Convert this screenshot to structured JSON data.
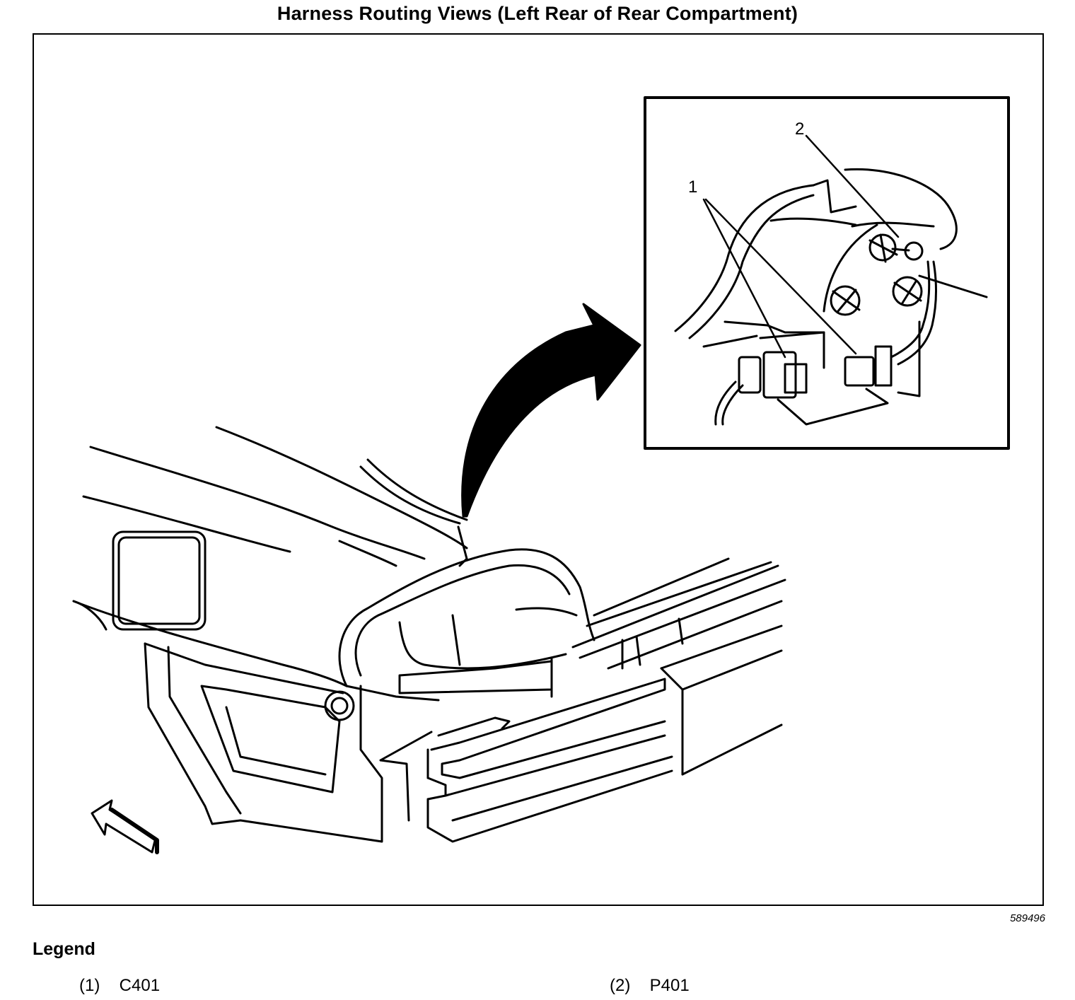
{
  "title": "Harness Routing Views (Left Rear of Rear Compartment)",
  "figure_number": "589496",
  "legend": {
    "heading": "Legend",
    "items": [
      {
        "number": "(1)",
        "label": "C401"
      },
      {
        "number": "(2)",
        "label": "P401"
      }
    ]
  },
  "callouts": [
    "1",
    "2"
  ]
}
